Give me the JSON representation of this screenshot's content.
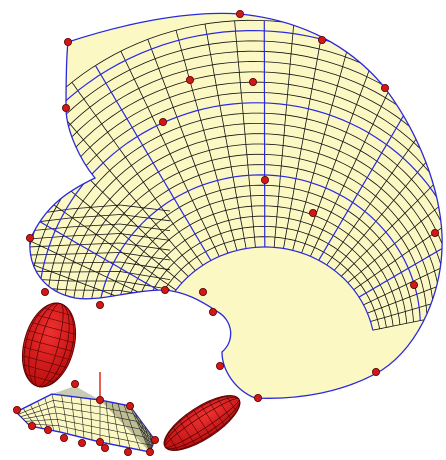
{
  "viewport": {
    "description_label": "",
    "colors": {
      "surface_fill": "#fbf8c4",
      "mesh_line": "#111111",
      "patch_boundary": "#2a2adc",
      "control_point": "#d01818",
      "ellipsoid_fill": "#dd1a1a",
      "axis_marker": "#e03a2a",
      "background": "#ffffff"
    },
    "objects": [
      {
        "name": "main-surface",
        "kind": "spline-surface"
      },
      {
        "name": "ellipsoid-upper-left",
        "kind": "ellipsoid"
      },
      {
        "name": "ellipsoid-lower-right",
        "kind": "ellipsoid"
      },
      {
        "name": "small-surface-patch",
        "kind": "spline-surface"
      },
      {
        "name": "axis-marker",
        "kind": "line"
      }
    ]
  }
}
